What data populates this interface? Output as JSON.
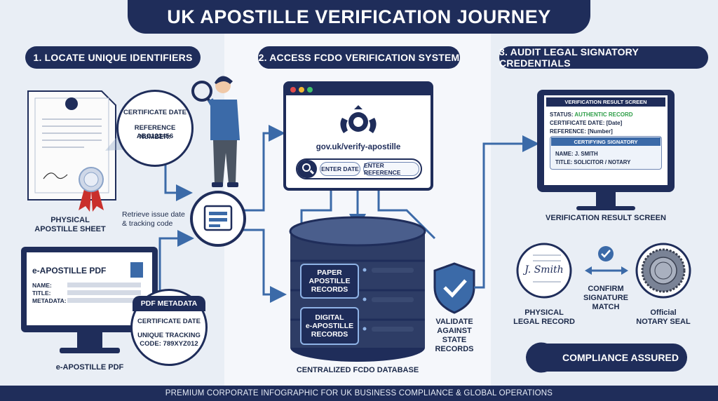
{
  "title": "UK APOSTILLE VERIFICATION JOURNEY",
  "steps": [
    "1. LOCATE UNIQUE IDENTIFIERS",
    "2. ACCESS FCDO VERIFICATION SYSTEM",
    "3. AUDIT LEGAL SIGNATORY CREDENTIALS"
  ],
  "col1": {
    "physical_label": "PHYSICAL\nAPOSTILLE SHEET",
    "physical_callout": {
      "line1": "CERTIFICATE DATE",
      "line2": "REFERENCE NUMBER:",
      "line3": "ABC123456"
    },
    "retrieve_text": "Retrieve issue date\n& tracking code",
    "epdf_title": "e-APOSTILLE PDF",
    "epdf_fields": [
      "NAME:",
      "TITLE:",
      "METADATA:"
    ],
    "epdf_label": "e-APOSTILLE PDF",
    "pdf_callout": {
      "header": "PDF METADATA",
      "line1": "CERTIFICATE DATE",
      "line2": "UNIQUE TRACKING",
      "line3": "CODE: 789XYZ012"
    }
  },
  "col2": {
    "url": "gov.uk/verify-apostille",
    "field_date": "ENTER DATE",
    "field_ref": "ENTER REFERENCE",
    "db_paper": "PAPER\nAPOSTILLE\nRECORDS",
    "db_digital": "DIGITAL\ne-APOSTILLE\nRECORDS",
    "db_label": "CENTRALIZED FCDO DATABASE",
    "validate_label": "VALIDATE\nAGAINST STATE\nRECORDS"
  },
  "col3": {
    "screen_header": "VERIFICATION RESULT SCREEN",
    "status_key": "STATUS: ",
    "status_value": "AUTHENTIC RECORD",
    "cert_date": "CERTIFICATE DATE: [Date]",
    "reference": "REFERENCE: [Number]",
    "signatory_header": "CERTIFYING SIGNATORY",
    "signatory_name": "NAME: J. SMITH",
    "signatory_title": "TITLE: SOLICITOR / NOTARY",
    "screen_label": "VERIFICATION RESULT SCREEN",
    "signature_text": "J. Smith",
    "physical_record_label": "PHYSICAL\nLEGAL RECORD",
    "confirm_label": "CONFIRM\nSIGNATURE\nMATCH",
    "seal_label": "Official\nNOTARY SEAL",
    "compliance": "COMPLIANCE ASSURED"
  },
  "footer": "PREMIUM CORPORATE INFOGRAPHIC FOR UK BUSINESS COMPLIANCE & GLOBAL OPERATIONS",
  "colors": {
    "navy": "#1f2d5a",
    "accent_blue": "#3b6aa8",
    "status_green": "#2e9e47",
    "ribbon_red": "#c9302c"
  }
}
